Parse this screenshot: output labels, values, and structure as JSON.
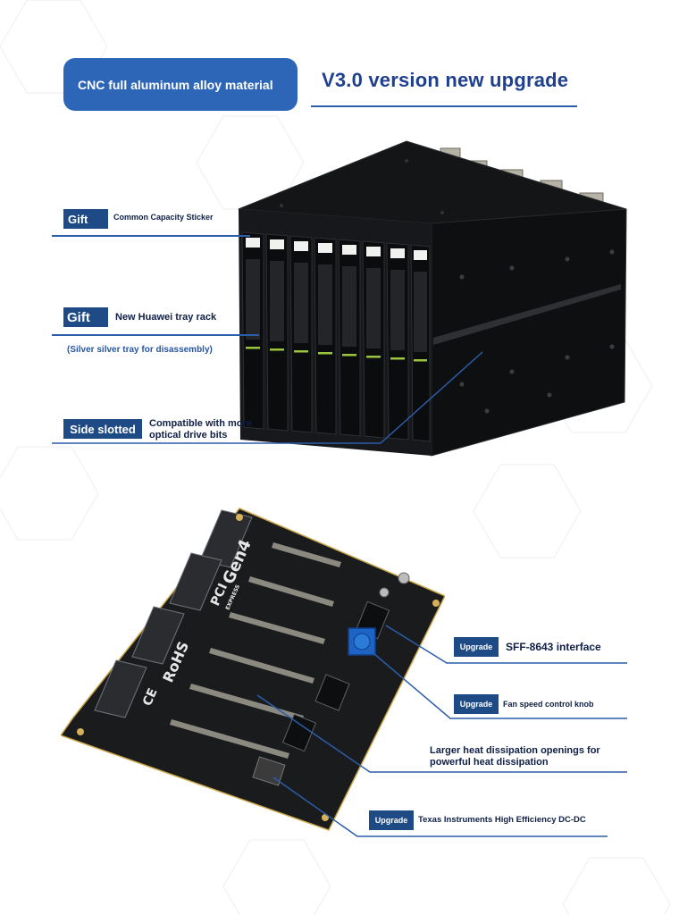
{
  "header": {
    "material_label": "CNC full aluminum alloy material",
    "version_title": "V3.0 version new upgrade"
  },
  "enclosure_callouts": {
    "gift_1": {
      "tag": "Gift",
      "text": "Common Capacity Sticker"
    },
    "gift_2": {
      "tag": "Gift",
      "text": "New Huawei tray rack",
      "note": "(Silver silver tray for disassembly)"
    },
    "side": {
      "tag": "Side slotted",
      "text_line1": "Compatible with more",
      "text_line2": "optical drive bits"
    }
  },
  "board_callouts": {
    "sff": {
      "tag": "Upgrade",
      "text": "SFF-8643 interface"
    },
    "fan": {
      "tag": "Upgrade",
      "text": "Fan speed control knob"
    },
    "heat": {
      "text_line1": "Larger heat dissipation openings for",
      "text_line2": "powerful heat dissipation"
    },
    "dcdc": {
      "tag": "Upgrade",
      "text": "Texas Instruments High Efficiency DC-DC"
    }
  },
  "board_markings": {
    "pci": "PCI",
    "express": "EXPRESS",
    "gen": "Gen4",
    "ce": "CE",
    "rohs": "RoHS"
  },
  "colors": {
    "accent_blue": "#2e66b7",
    "tag_blue": "#1e4b86",
    "line_blue": "#2b5da8",
    "enclosure_black": "#111214",
    "pcb_black": "#1a1b1d",
    "tray_green": "#9bc53d"
  }
}
